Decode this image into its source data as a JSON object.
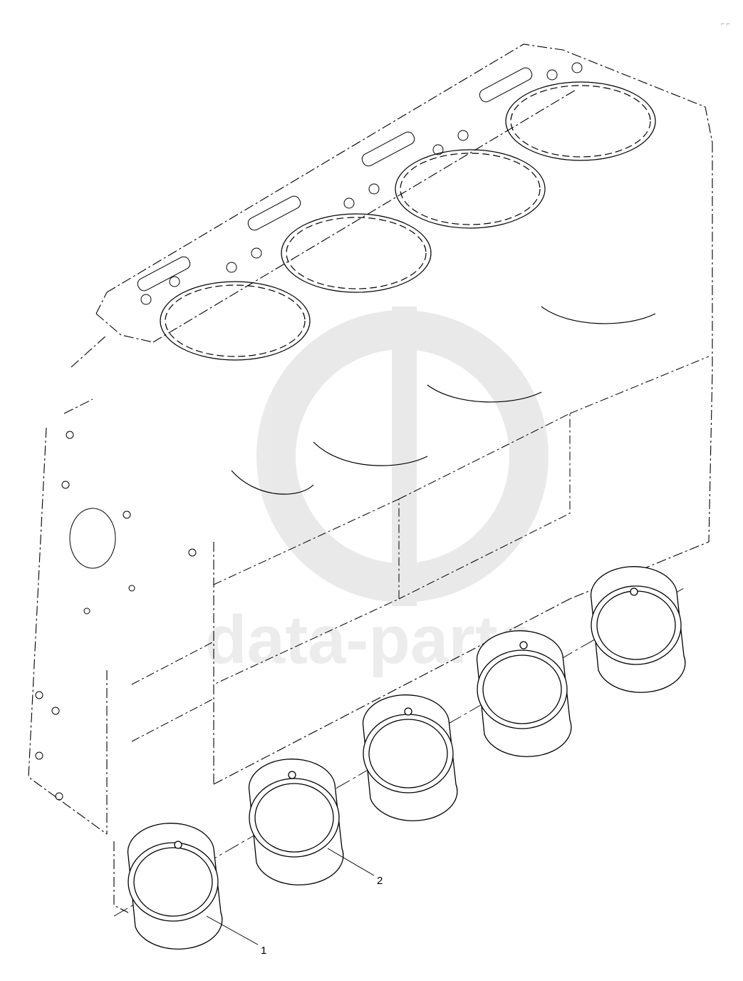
{
  "diagram": {
    "callouts": [
      {
        "label": "1"
      },
      {
        "label": "2"
      }
    ],
    "watermark": {
      "text": "data-parts"
    },
    "corner_mark": "⌐ ⌐"
  }
}
